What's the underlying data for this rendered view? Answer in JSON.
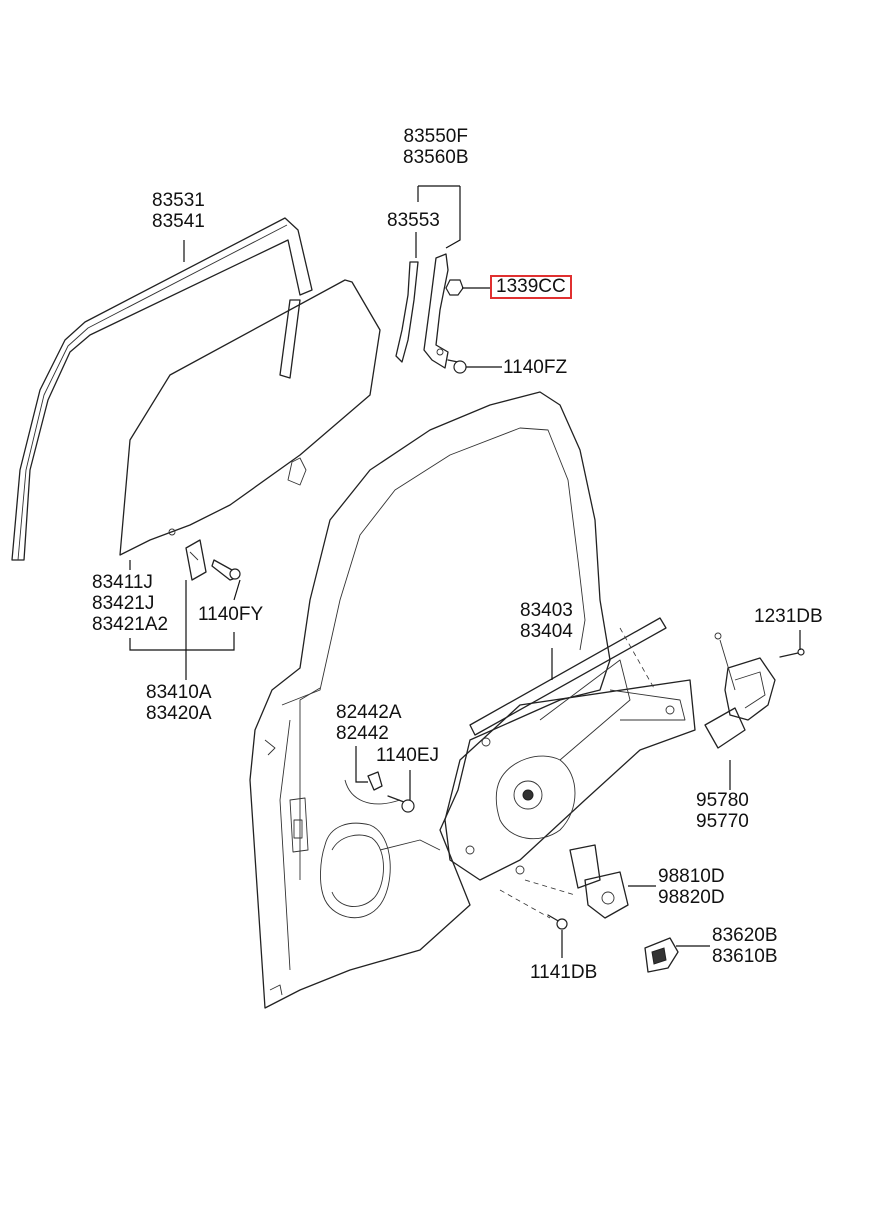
{
  "callouts": {
    "glass_channel": [
      "83531",
      "83541"
    ],
    "sash_assy": [
      "83550F",
      "83560B"
    ],
    "sash_channel": [
      "83553"
    ],
    "nut": [
      "1339CC"
    ],
    "bolt_sash": [
      "1140FZ"
    ],
    "glass": [
      "83411J",
      "83421J",
      "83421A2"
    ],
    "bolt_glass": [
      "1140FY"
    ],
    "glass_assy": [
      "83410A",
      "83420A"
    ],
    "regulator": [
      "83403",
      "83404"
    ],
    "screw_latch": [
      "1231DB"
    ],
    "harness_clip": [
      "82442A",
      "82442"
    ],
    "bolt_clip": [
      "1140EJ"
    ],
    "latch": [
      "95780",
      "95770"
    ],
    "motor": [
      "98810D",
      "98820D"
    ],
    "bolt_regulator": [
      "1141DB"
    ],
    "handle": [
      "83620B",
      "83610B"
    ]
  },
  "highlight_color": "#e03030"
}
